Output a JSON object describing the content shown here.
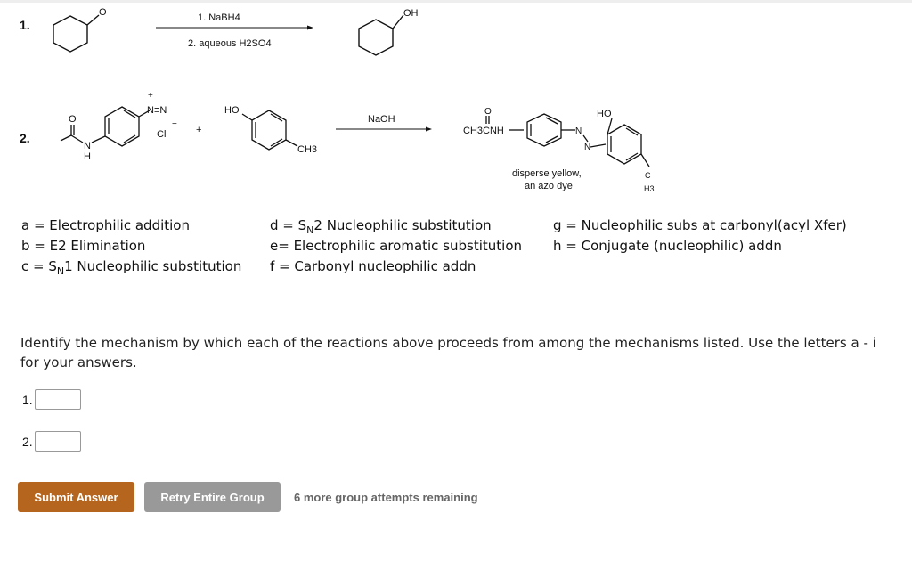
{
  "reaction1": {
    "number": "1.",
    "reagent1": "1. NaBH4",
    "reagent2": "2. aqueous H2SO4",
    "reactant_label": "O",
    "product_label": "OH"
  },
  "reaction2": {
    "number": "2.",
    "reagent": "NaOH",
    "diazonium_label": "N≡N",
    "plus_charge": "+",
    "chloride": "Cl",
    "minus_charge": "−",
    "plus_sign": "+",
    "amide_N": "N",
    "amide_H": "H",
    "amide_O": "O",
    "phenol_HO": "HO",
    "methyl": "CH3",
    "product_left": "CH3CNH",
    "product_O": "O",
    "product_HO": "HO",
    "azo_N1": "N",
    "azo_N2": "N",
    "product_CH3_C": "C",
    "product_CH3_H": "H3",
    "caption_line1": "disperse yellow,",
    "caption_line2": "an azo dye"
  },
  "mechanisms": {
    "a": "a = Electrophilic addition",
    "b": "b = E2 Elimination",
    "c_pre": "c = S",
    "c_sub": "N",
    "c_post": "1 Nucleophilic substitution",
    "d_pre": "d = S",
    "d_sub": "N",
    "d_post": "2 Nucleophilic substitution",
    "e": "e= Electrophilic aromatic substitution",
    "f": "f = Carbonyl nucleophilic addn",
    "g": "g = Nucleophilic subs at carbonyl(acyl Xfer)",
    "h": "h = Conjugate (nucleophilic) addn"
  },
  "question": {
    "text": "Identify the mechanism by which each of the reactions above proceeds from among the mechanisms listed. Use the letters a - i for your answers."
  },
  "answers": [
    {
      "label": "1.",
      "value": ""
    },
    {
      "label": "2.",
      "value": ""
    }
  ],
  "buttons": {
    "submit": "Submit Answer",
    "retry": "Retry Entire Group",
    "remaining": "6 more group attempts remaining"
  },
  "colors": {
    "submit_bg": "#b5651d",
    "retry_bg": "#999999"
  }
}
